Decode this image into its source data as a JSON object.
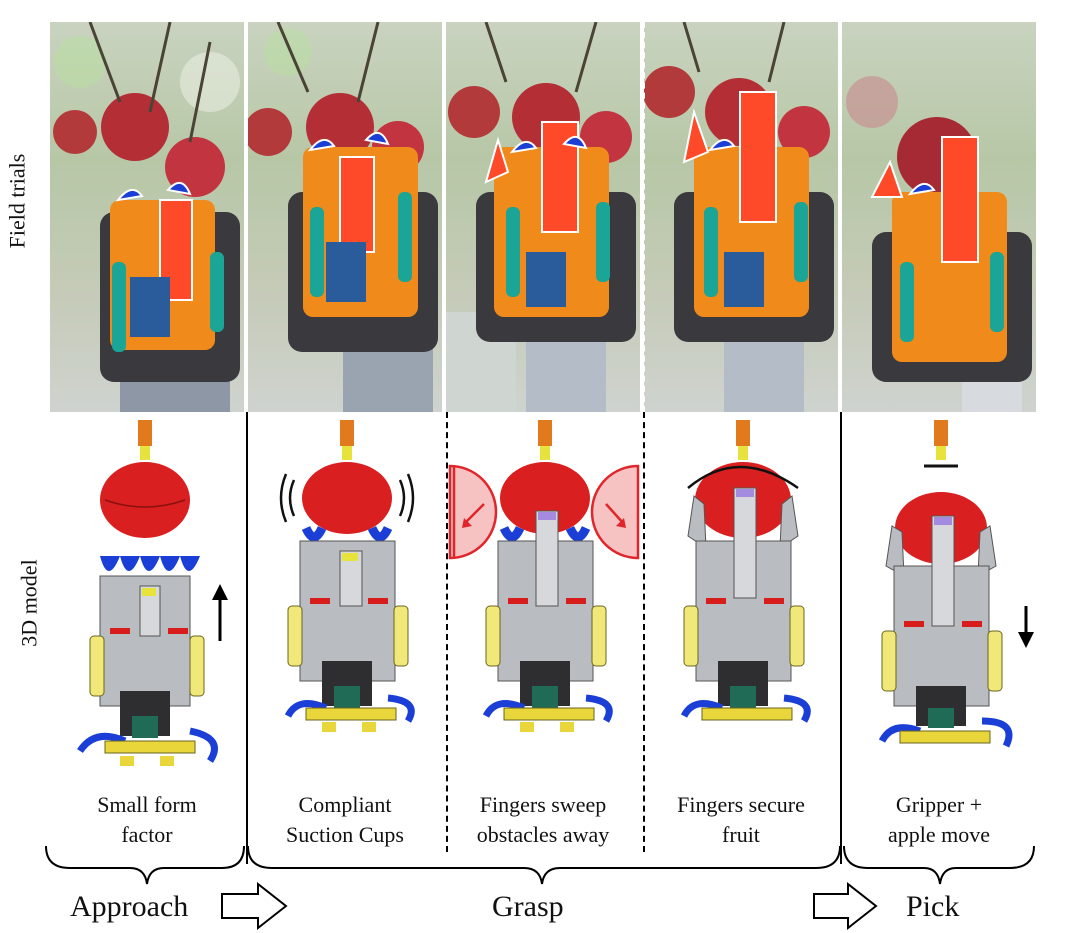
{
  "row_labels": {
    "field": "Field trials",
    "model": "3D model"
  },
  "steps": [
    {
      "line1": "Small form",
      "line2": "factor"
    },
    {
      "line1": "Compliant",
      "line2": "Suction Cups"
    },
    {
      "line1": "Fingers sweep",
      "line2": "obstacles away"
    },
    {
      "line1": "Fingers secure",
      "line2": "fruit"
    },
    {
      "line1": "Gripper +",
      "line2": "apple move"
    }
  ],
  "phases": {
    "approach": "Approach",
    "grasp": "Grasp",
    "pick": "Pick"
  },
  "colors": {
    "apple": "#d91f1f",
    "orange_body": "#f08a1a",
    "finger_red": "#ff4a2a",
    "suction_blue": "#1b3fd6",
    "teal": "#1aa596",
    "gray_frame": "#b9bcc0",
    "finger_fill": "#f6c2c2",
    "finger_stroke": "#e0262a"
  }
}
